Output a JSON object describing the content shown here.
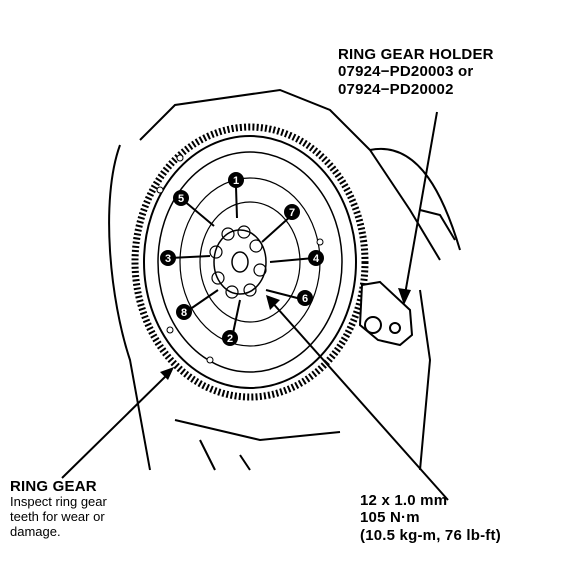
{
  "holder": {
    "title": "RING GEAR HOLDER",
    "part_a": "07924−PD20003 or",
    "part_b": "07924−PD20002"
  },
  "ring_gear": {
    "title": "RING GEAR",
    "note_1": "Inspect ring gear",
    "note_2": "teeth for wear or",
    "note_3": "damage."
  },
  "bolt": {
    "size": "12 x 1.0 mm",
    "torque_nm": "105 N·m",
    "torque_alt": "(10.5 kg-m, 76 lb-ft)"
  },
  "sequence": [
    "1",
    "2",
    "3",
    "4",
    "5",
    "6",
    "7",
    "8"
  ]
}
